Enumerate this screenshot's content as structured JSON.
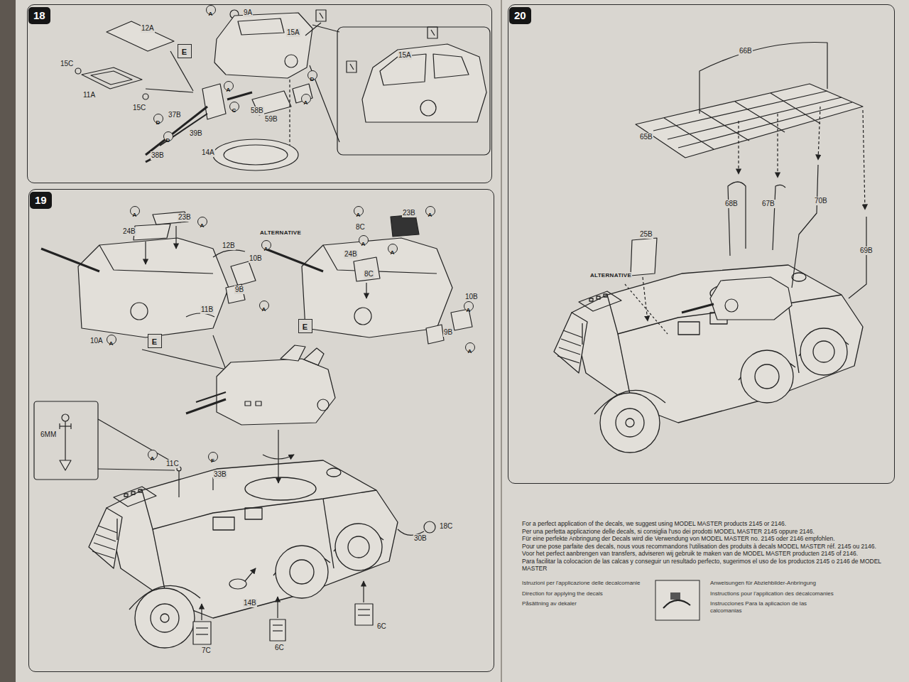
{
  "diagram": {
    "nodes": [
      {
        "text": [
          "18"
        ]
      },
      {
        "text": [
          "E"
        ],
        "in": 0
      },
      {
        "text": [
          "A"
        ],
        "in": 0
      },
      {
        "text": [
          "A"
        ],
        "in": 0
      },
      {
        "text": [
          "C"
        ],
        "in": 0
      },
      {
        "text": [
          "D"
        ],
        "in": 0
      },
      {
        "text": [
          "A"
        ],
        "in": 0
      },
      {
        "text": [
          "D"
        ],
        "in": 0
      },
      {
        "text": [
          "D"
        ],
        "in": 0
      },
      {
        "text": [
          "19"
        ]
      },
      {
        "text": [
          "E"
        ],
        "in": 9
      },
      {
        "text": [
          "E"
        ],
        "in": 9
      },
      {
        "text": [
          "A"
        ],
        "in": 9
      },
      {
        "text": [
          "A"
        ],
        "in": 9
      },
      {
        "text": [
          "A"
        ],
        "in": 9
      },
      {
        "text": [
          "A"
        ],
        "in": 9
      },
      {
        "text": [
          "A"
        ],
        "in": 9
      },
      {
        "text": [
          "A"
        ],
        "in": 9
      },
      {
        "text": [
          "A"
        ],
        "in": 9
      },
      {
        "text": [
          "A"
        ],
        "in": 9
      },
      {
        "text": [
          "A"
        ],
        "in": 9
      },
      {
        "text": [
          "A"
        ],
        "in": 9
      },
      {
        "text": [
          "A"
        ],
        "in": 9
      },
      {
        "text": [
          "A"
        ],
        "in": 9
      },
      {
        "text": [
          "F"
        ],
        "in": 9
      },
      {
        "text": [
          "20"
        ]
      }
    ],
    "labels": [
      "12A",
      "9A",
      "15A",
      "15C",
      "11A",
      "15C",
      "58B",
      "37B",
      "59B",
      "39B",
      "38B",
      "14A",
      "15A",
      "23B",
      "24B",
      "ALTERNATIVE",
      "23B",
      "8C",
      "24B",
      "8C",
      "12B",
      "10B",
      "9B",
      "11B",
      "10B",
      "9B",
      "10A",
      "6MM",
      "11C",
      "33B",
      "18C",
      "30B",
      "14B",
      "6C",
      "6C",
      "7C",
      "66B",
      "65B",
      "68B",
      "67B",
      "70B",
      "25B",
      "69B",
      "ALTERNATIVE",
      "For a perfect application of the decals, we suggest using MODEL MASTER products 2145 or 2146.",
      "Per una perfetta applicazione delle decals, si consiglia l'uso dei prodotti MODEL MASTER 2145 oppure 2146.",
      "Für eine perfekte Anbringung der Decals wird die Verwendung von MODEL MASTER no. 2145 oder 2146 empfohlen.",
      "Pour une pose parfaite des decals, nous vous recommandons l'utilisation des produits à decals MODEL MASTER réf. 2145 ou 2146.",
      "Voor het perfect aanbrengen van transfers, adviseren wij gebruik te maken van de MODEL MASTER producten 2145 of 2146.",
      "Para facilitar la colocacion de las calcas y conseguir un resultado perfecto, sugerimos el uso de los productos 2145 o 2146 de MODEL MASTER",
      "Istruzioni per l'applicazione delle decalcomanie",
      "Direction for applying the decals",
      "Påsättning av dekaler",
      "Anweisungen für Abziehbilder-Anbringung",
      "Instructions pour l'application des décalcomanies",
      "Instrucciones Para la aplicacion de las calcomanias"
    ]
  }
}
